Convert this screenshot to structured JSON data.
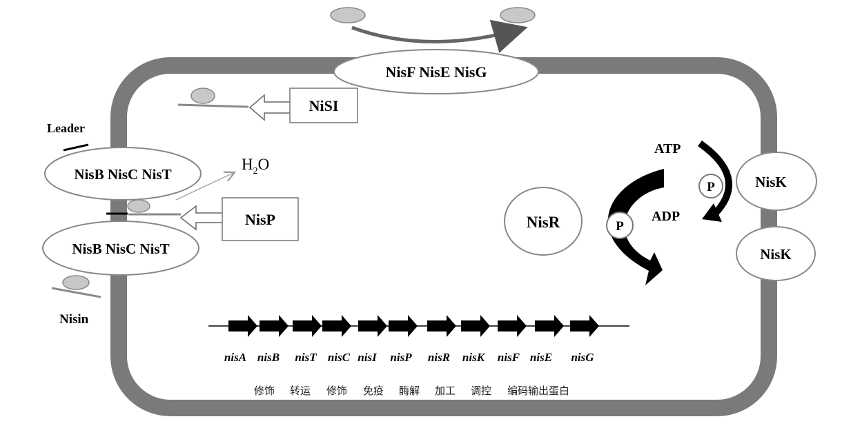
{
  "complexes": {
    "export": "NisF NisE NisG",
    "upper_modifier": "NisB NisC NisT",
    "lower_modifier": "NisB NisC NisT",
    "regulator": "NisR",
    "kinase_upper": "NisK",
    "kinase_lower": "NisK"
  },
  "boxes": {
    "immunity": "NiSI",
    "protease": "NisP"
  },
  "labels": {
    "leader": "Leader",
    "nisin": "Nisin",
    "water_main": "H",
    "water_sub": "2",
    "water_tail": "O",
    "atp": "ATP",
    "adp": "ADP",
    "phosphate_1": "P",
    "phosphate_2": "P"
  },
  "genes": [
    "nisA",
    "nisB",
    "nisT",
    "nisC",
    "nisI",
    "nisP",
    "nisR",
    "nisK",
    "nisF",
    "nisE",
    "nisG"
  ],
  "gene_functions": [
    "修饰",
    "转运",
    "修饰",
    "免疫",
    "酶解",
    "加工",
    "调控",
    "编码输出蛋白"
  ],
  "colors": {
    "membrane": "#7a7a7a",
    "peptide": "#c8c8c8",
    "outline": "#555555",
    "arrow": "#000000"
  }
}
